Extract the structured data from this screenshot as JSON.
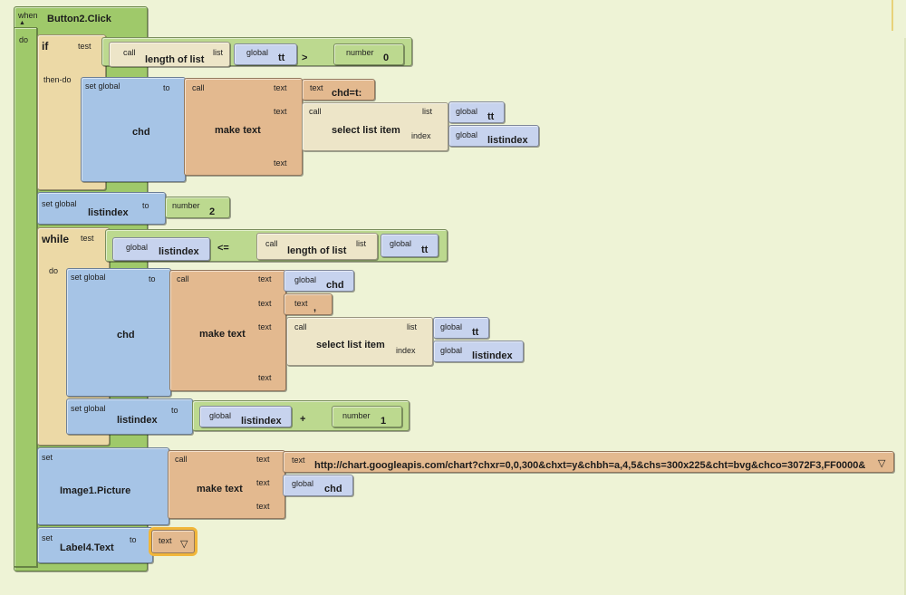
{
  "event": {
    "when": "when",
    "name": "Button2.Click",
    "do": "do"
  },
  "if_block": {
    "keyword": "if",
    "test": "test",
    "then_do": "then-do",
    "cond": {
      "call": "call",
      "func": "length of list",
      "list_label": "list",
      "global": "global",
      "var": "tt",
      "op": ">",
      "number_label": "number",
      "number": "0"
    },
    "set": {
      "label": "set global",
      "to": "to",
      "var": "chd"
    },
    "make": {
      "call": "call",
      "name": "make text",
      "text": "text"
    },
    "t1": {
      "label": "text",
      "value": "chd=t:"
    },
    "select": {
      "call": "call",
      "name": "select list item",
      "list_label": "list",
      "index_label": "index",
      "global": "global",
      "list_var": "tt",
      "index_var": "listindex"
    }
  },
  "set_index": {
    "label": "set global",
    "var": "listindex",
    "to": "to",
    "number_label": "number",
    "number": "2"
  },
  "while_block": {
    "keyword": "while",
    "test": "test",
    "do": "do",
    "cond": {
      "global": "global",
      "var": "listindex",
      "op": "<=",
      "call": "call",
      "func": "length of list",
      "list_label": "list",
      "list_var": "tt"
    },
    "set": {
      "label": "set global",
      "to": "to",
      "var": "chd"
    },
    "make": {
      "call": "call",
      "name": "make text",
      "text": "text"
    },
    "g1": {
      "global": "global",
      "var": "chd"
    },
    "t2": {
      "label": "text",
      "value": ","
    },
    "select": {
      "call": "call",
      "name": "select list item",
      "list_label": "list",
      "index_label": "index",
      "global": "global",
      "list_var": "tt",
      "index_var": "listindex"
    },
    "inc": {
      "label": "set global",
      "var": "listindex",
      "to": "to",
      "global": "global",
      "gvar": "listindex",
      "op": "+",
      "number_label": "number",
      "number": "1"
    }
  },
  "set_picture": {
    "set": "set",
    "prop": "Image1.Picture",
    "call": "call",
    "name": "make text",
    "text": "text",
    "url_label": "text",
    "url": "http://chart.googleapis.com/chart?chxr=0,0,300&chxt=y&chbh=a,4,5&chs=300x225&cht=bvg&chco=3072F3,FF0000&",
    "global": "global",
    "var": "chd"
  },
  "set_label": {
    "set": "set",
    "prop": "Label4.Text",
    "to": "to",
    "text_label": "text"
  },
  "icons": {
    "dropdown": "▽",
    "caret": "▲"
  }
}
